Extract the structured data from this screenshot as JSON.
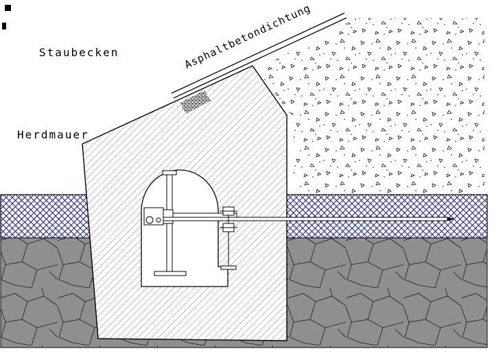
{
  "labels": {
    "reservoir": "Staubecken",
    "wall": "Herdmauer",
    "sealing": "Asphaltbetondichtung"
  },
  "colors": {
    "line": "#000000",
    "blue_layer": "#1a1ab8",
    "rock_gray": "#8f8f8f",
    "background": "#ffffff"
  }
}
